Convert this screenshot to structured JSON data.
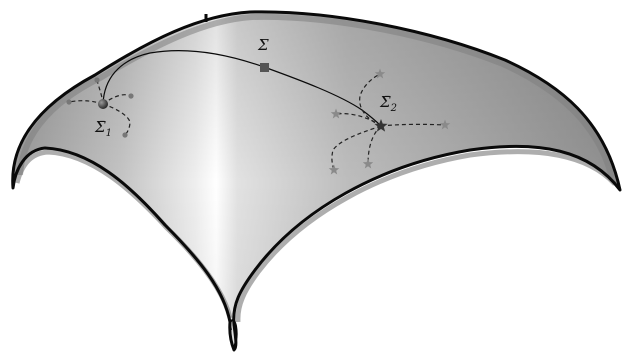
{
  "labels": {
    "sigma": "Σ",
    "sigma1": "Σ̄",
    "sigma1_sub": "1",
    "sigma2": "Σ̄",
    "sigma2_sub": "2"
  },
  "colors": {
    "outline": "#0a0a0a",
    "surface_dark": "#8c8c8c",
    "surface_light": "#ffffff",
    "marker": "#555555",
    "star": "#7a7a7a"
  },
  "icons": {
    "square_marker": "square",
    "point_marker": "circle",
    "star_marker": "star"
  }
}
